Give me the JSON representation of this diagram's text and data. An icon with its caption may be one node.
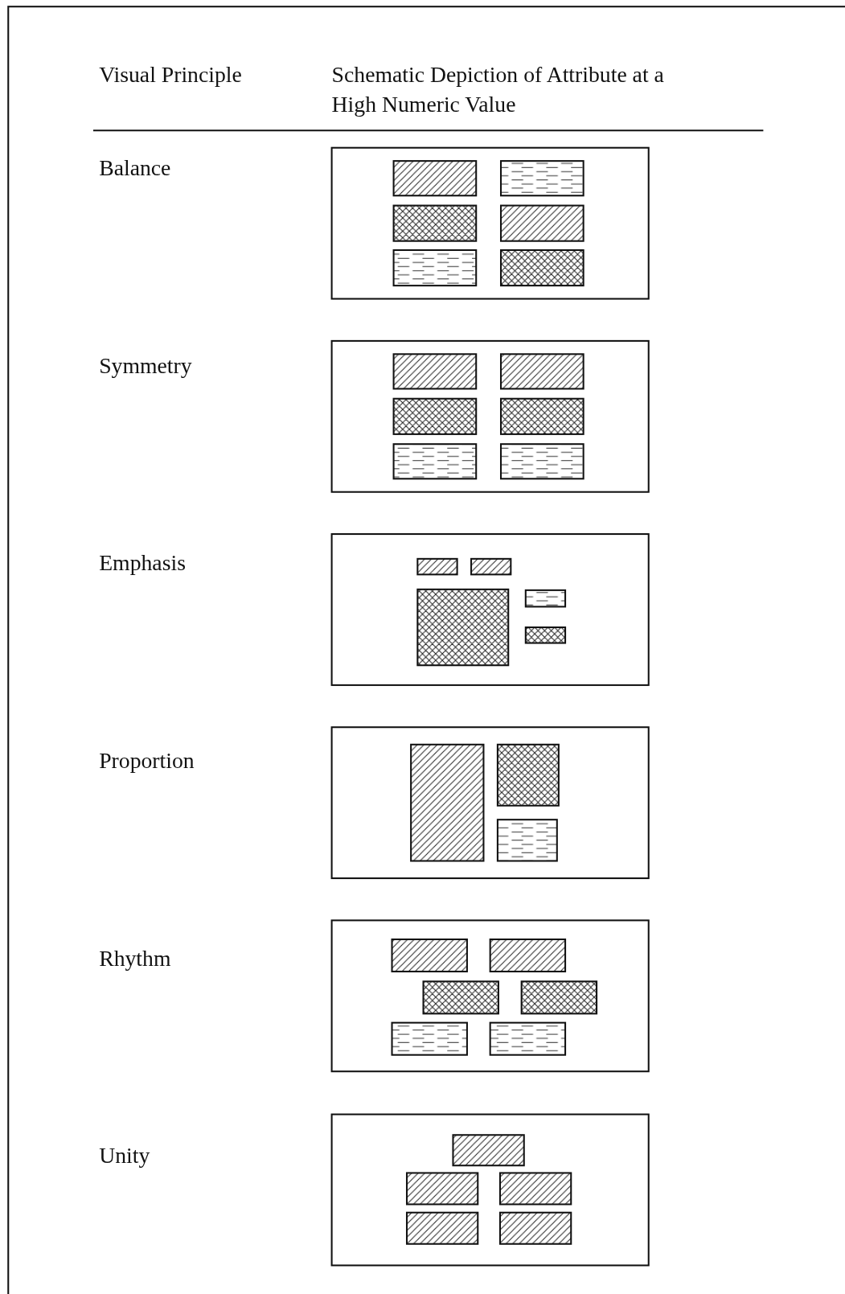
{
  "diagram": {
    "labels": [
      "Visual Principle",
      "Schematic Depiction of Attribute at a High Numeric Value",
      "Balance",
      "Symmetry",
      "Emphasis",
      "Proportion",
      "Rhythm",
      "Unity"
    ]
  }
}
